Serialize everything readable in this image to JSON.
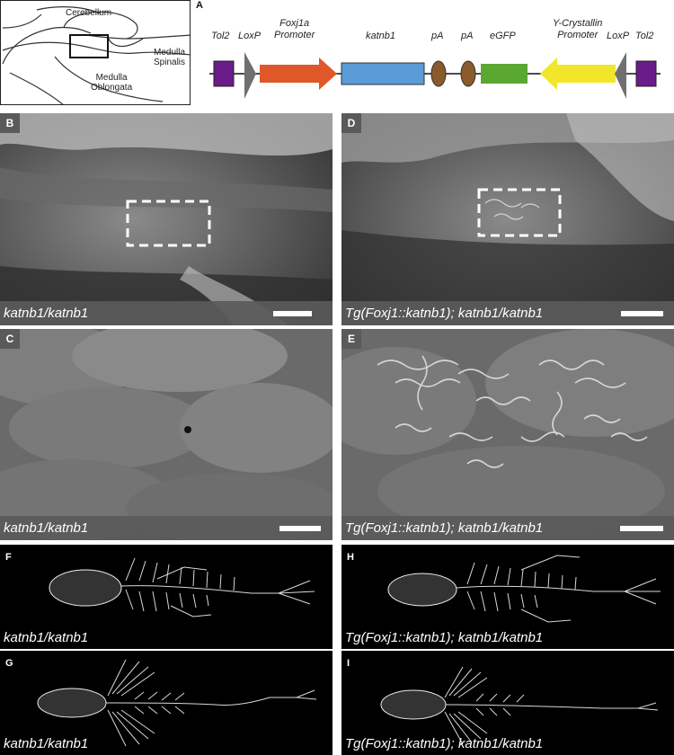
{
  "panels": {
    "A": {
      "letter": "A",
      "brain": {
        "cerebellum": "Cerebellum",
        "medulla_spinalis": "Medulla\nSpinalis",
        "medulla_oblongata": "Medulla\nOblongata"
      },
      "construct": {
        "tol2_left": "Tol2",
        "loxp_left": "LoxP",
        "promoter": "Foxj1a\nPromoter",
        "gene": "katnb1",
        "pa1": "pA",
        "pa2": "pA",
        "egfp": "eGFP",
        "crystallin": "Y-Crystallin\nPromoter",
        "loxp_right": "LoxP",
        "tol2_right": "Tol2"
      },
      "colors": {
        "tol2": "#6a1b8a",
        "loxp": "#707070",
        "promoter": "#e0582a",
        "gene": "#5b9bd8",
        "pa": "#8a5a2b",
        "egfp": "#5aa832",
        "crystallin": "#f2e62a"
      }
    },
    "B": {
      "letter": "B",
      "caption": "katnb1/katnb1"
    },
    "C": {
      "letter": "C",
      "caption": "katnb1/katnb1"
    },
    "D": {
      "letter": "D",
      "caption": "Tg(Foxj1::katnb1); katnb1/katnb1"
    },
    "E": {
      "letter": "E",
      "caption": "Tg(Foxj1::katnb1); katnb1/katnb1"
    },
    "F": {
      "letter": "F",
      "caption": "katnb1/katnb1"
    },
    "G": {
      "letter": "G",
      "caption": "katnb1/katnb1"
    },
    "H": {
      "letter": "H",
      "caption": "Tg(Foxj1::katnb1); katnb1/katnb1"
    },
    "I": {
      "letter": "I",
      "caption": "Tg(Foxj1::katnb1); katnb1/katnb1"
    }
  }
}
